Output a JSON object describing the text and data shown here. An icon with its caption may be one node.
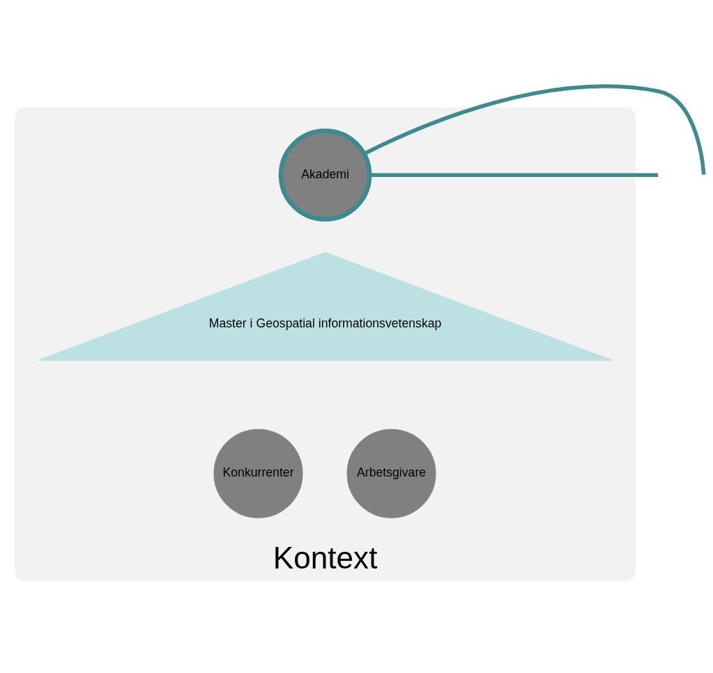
{
  "diagram": {
    "nodes": [
      {
        "text": [
          "Kontext"
        ]
      },
      {
        "text": [
          "Master i Geospatial informationsvetenskap"
        ],
        "in": 0
      },
      {
        "text": [
          "Akademi"
        ],
        "in": 0
      },
      {
        "text": [
          "Konkurrenter"
        ],
        "in": 0
      },
      {
        "text": [
          "Arbetsgivare"
        ],
        "in": 0
      }
    ],
    "edges": [
      {
        "from": 2,
        "to": null,
        "arrow": "none",
        "color": "#3d8b91"
      },
      {
        "from": 2,
        "to": null,
        "arrow": "none",
        "color": "#3d8b91"
      }
    ]
  }
}
